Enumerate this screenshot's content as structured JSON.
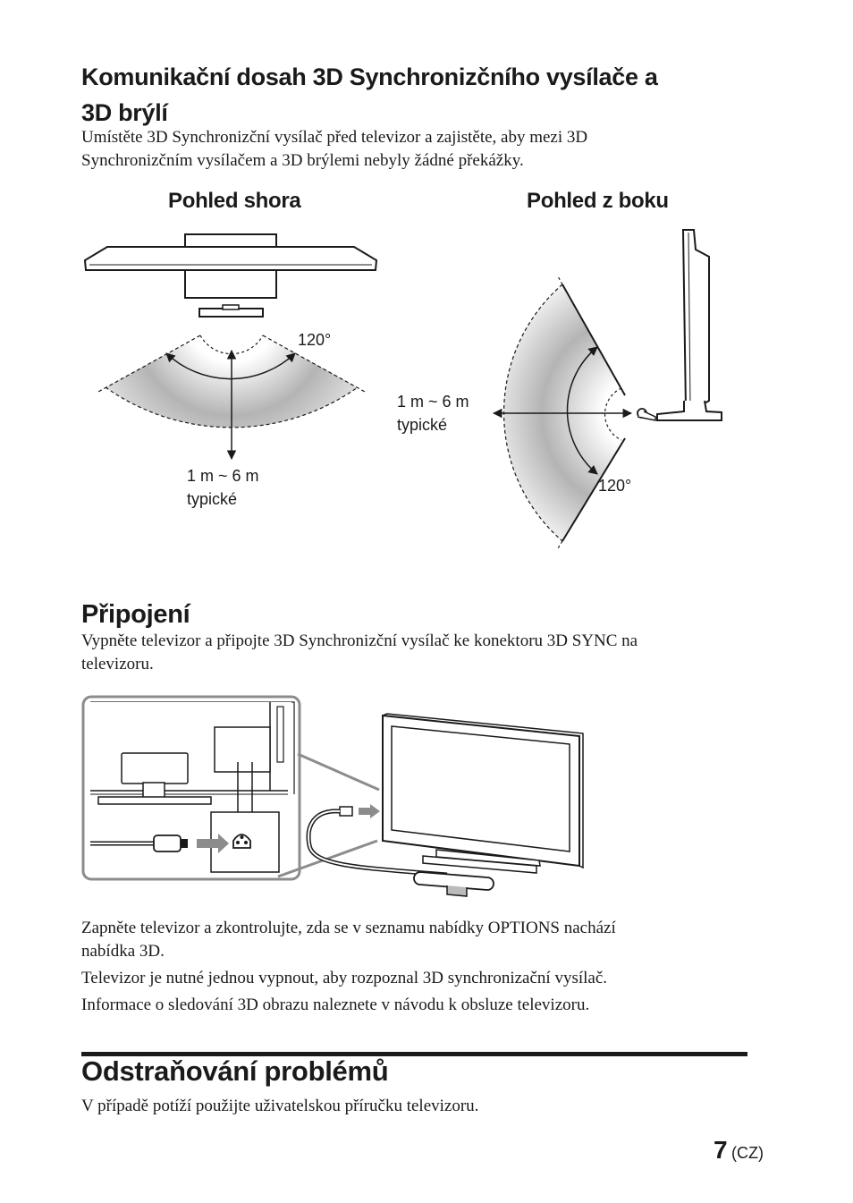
{
  "section_range": {
    "title_line1": "Komunikační dosah 3D Synchronizčního vysílače a",
    "title_line2": "3D brýlí",
    "body_line1": "Umístěte 3D Synchronizční vysílač před televizor a zajistěte, aby mezi 3D",
    "body_line2": "Synchronizčním vysílačem a 3D brýlemi nebyly žádné překážky.",
    "view_top_label": "Pohled shora",
    "view_side_label": "Pohled z boku",
    "top_angle": "120°",
    "top_distance_line1": "1 m ~ 6 m",
    "top_distance_line2": "typické",
    "side_angle": "120°",
    "side_distance_line1": "1 m ~ 6 m",
    "side_distance_line2": "typické"
  },
  "section_connect": {
    "title": "Připojení",
    "body_line1": "Vypněte televizor a připojte 3D Synchronizční vysílač ke konektoru 3D SYNC na",
    "body_line2": "televizoru.",
    "after_line1": "Zapněte televizor a zkontrolujte, zda se v seznamu nabídky OPTIONS nachází",
    "after_line2": "nabídka 3D.",
    "after_para2": "Televizor je nutné jednou vypnout, aby rozpoznal 3D synchronizační vysílač.",
    "after_para3": "Informace o sledování 3D obrazu naleznete v návodu k obsluze televizoru."
  },
  "section_trouble": {
    "title": "Odstraňování problémů",
    "body": "V případě potíží použijte uživatelskou příručku televizoru."
  },
  "footer": {
    "page_number": "7",
    "page_suffix": "(CZ)"
  },
  "colors": {
    "text": "#1a1a1a",
    "fill_gray": "#d8d8d8",
    "arrow_gray": "#8c8c8c"
  }
}
